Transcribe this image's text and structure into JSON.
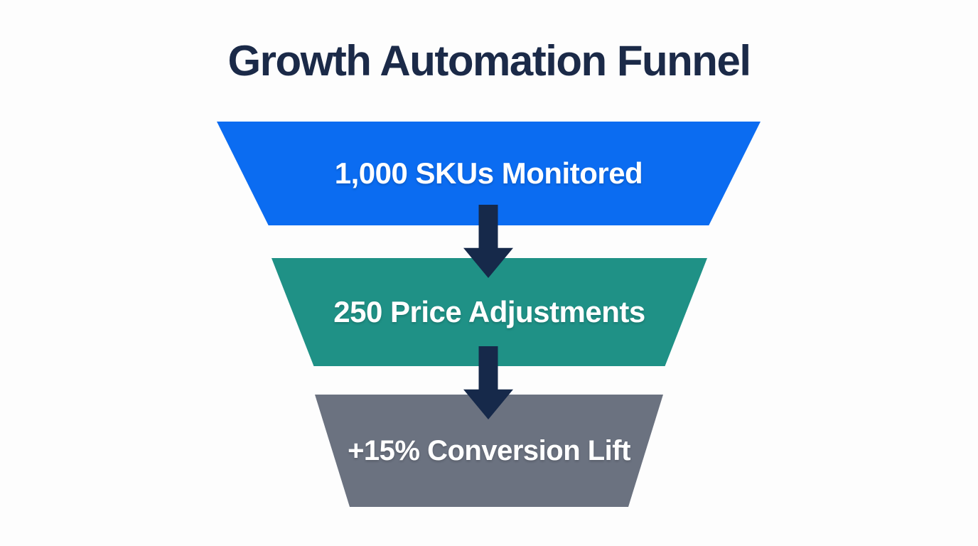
{
  "title": "Growth Automation Funnel",
  "colors": {
    "background": "#fdfdfd",
    "title_text": "#1b2a48",
    "arrow": "#16294a",
    "stage_label_text": "#ffffff"
  },
  "funnel": {
    "stages": [
      {
        "label": "1,000 SKUs Monitored",
        "color": "#0b6cf1"
      },
      {
        "label": "250 Price Adjustments",
        "color": "#1f9186"
      },
      {
        "label": "+15% Conversion Lift",
        "color": "#6b7280"
      }
    ]
  }
}
